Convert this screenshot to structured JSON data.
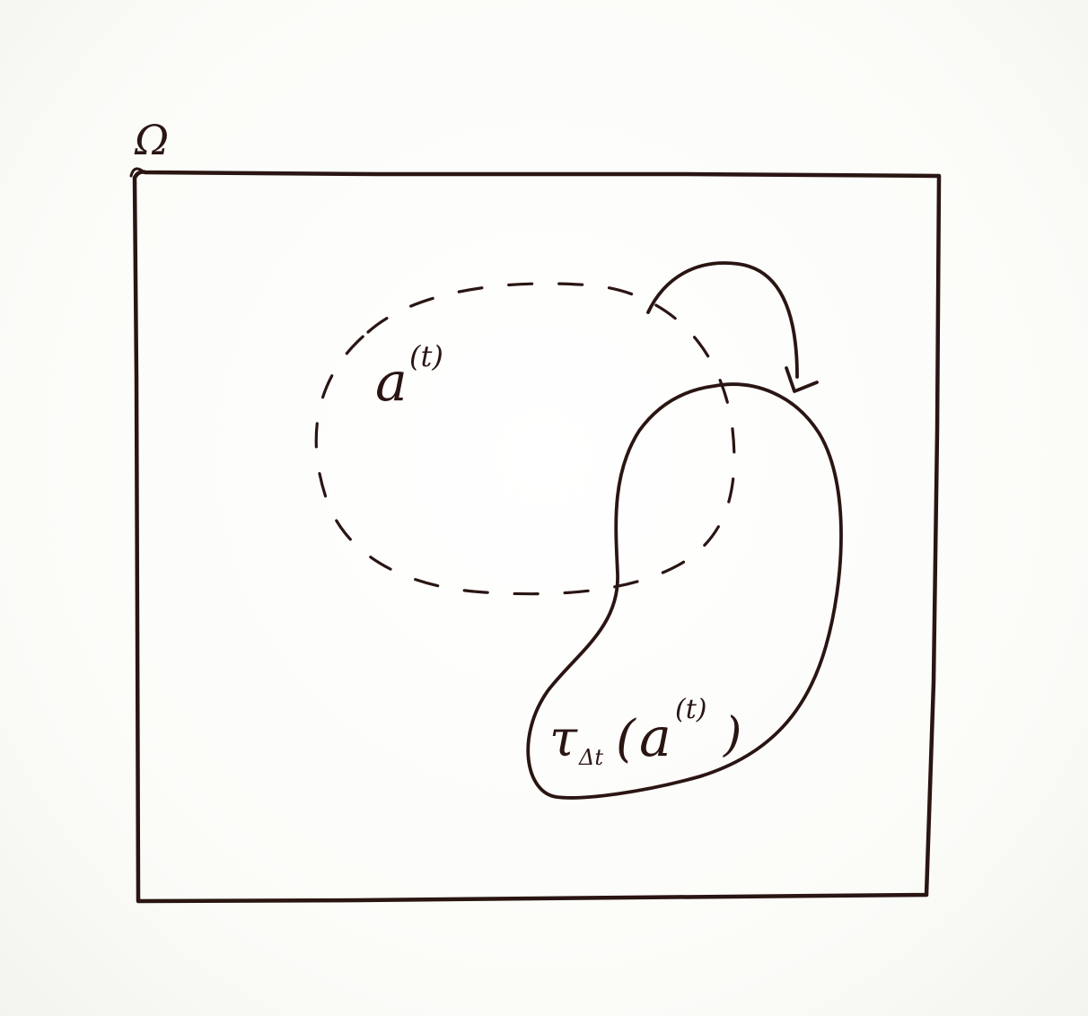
{
  "labels": {
    "domain": "Ω",
    "region_base": "a",
    "region_sup": "(t)",
    "transformed_prefix": "τ",
    "transformed_sub": "Δt",
    "transformed_open": "(",
    "transformed_base": "a",
    "transformed_sup": "(t)",
    "transformed_close": ")"
  },
  "colors": {
    "ink": "#2a1512",
    "paper": "#fdfdfb"
  }
}
